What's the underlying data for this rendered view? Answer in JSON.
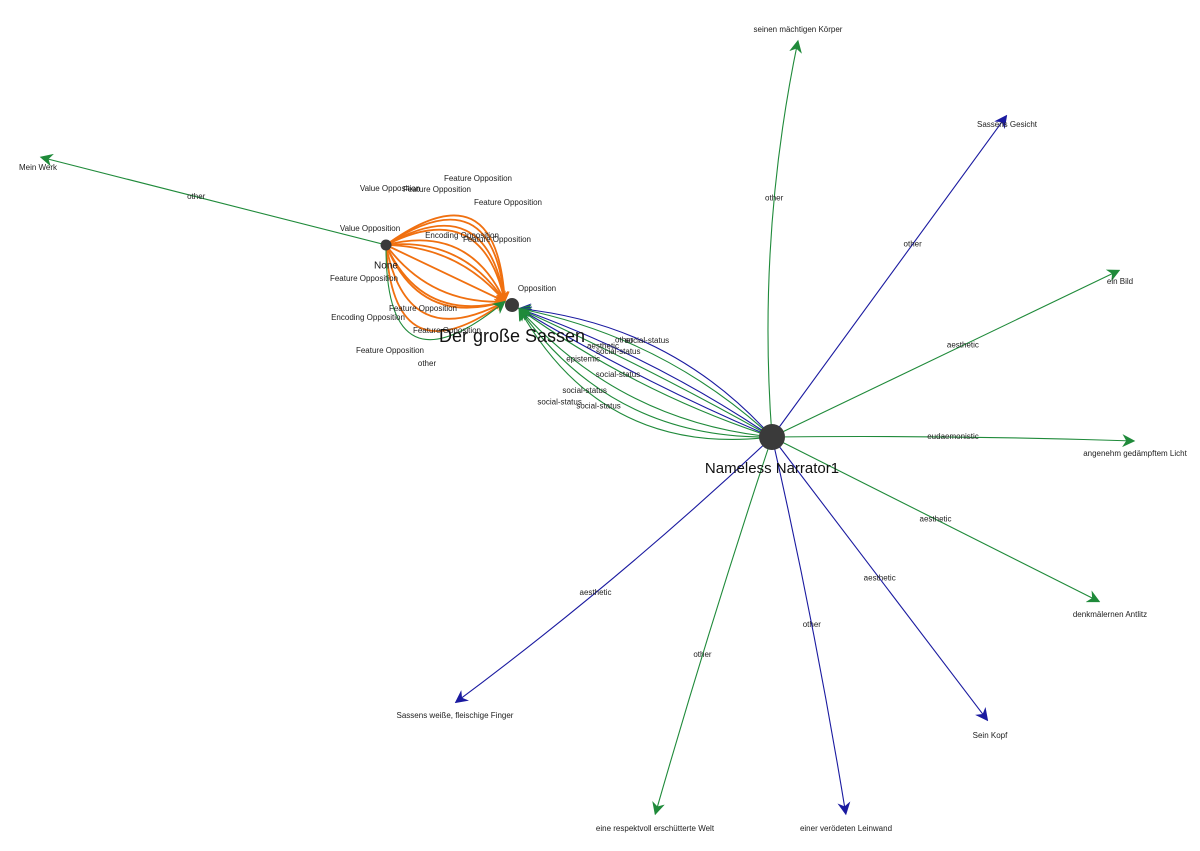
{
  "colors": {
    "background": "#ffffff",
    "node": "#3a3a3a",
    "green": "#1f8a3a",
    "blue": "#1a1aa0",
    "orange": "#f07010"
  },
  "nodes": [
    {
      "id": "narrator",
      "label": "Nameless Narrator1",
      "kind": "hub-large"
    },
    {
      "id": "sassen",
      "label": "Der große Sassen",
      "kind": "hub-medium"
    },
    {
      "id": "none",
      "label": "None",
      "kind": "hub-small"
    },
    {
      "id": "mein_werk",
      "label": "Mein Werk",
      "kind": "leaf"
    },
    {
      "id": "koerper",
      "label": "seinen mächtigen Körper",
      "kind": "leaf"
    },
    {
      "id": "gesicht",
      "label": "Sassens Gesicht",
      "kind": "leaf"
    },
    {
      "id": "bild",
      "label": "ein Bild",
      "kind": "leaf"
    },
    {
      "id": "licht",
      "label": "angenehm gedämpftem Licht",
      "kind": "leaf"
    },
    {
      "id": "antlitz",
      "label": "denkmälernen Antlitz",
      "kind": "leaf"
    },
    {
      "id": "kopf",
      "label": "Sein Kopf",
      "kind": "leaf"
    },
    {
      "id": "leinwand",
      "label": "einer verödeten Leinwand",
      "kind": "leaf"
    },
    {
      "id": "welt",
      "label": "eine respektvoll erschütterte Welt",
      "kind": "leaf"
    },
    {
      "id": "finger",
      "label": "Sassens weiße, fleischige Finger",
      "kind": "leaf"
    }
  ],
  "edges": [
    {
      "from": "none",
      "to": "mein_werk",
      "label": "other",
      "color": "green"
    },
    {
      "from": "narrator",
      "to": "koerper",
      "label": "other",
      "color": "green"
    },
    {
      "from": "narrator",
      "to": "gesicht",
      "label": "other",
      "color": "blue"
    },
    {
      "from": "narrator",
      "to": "bild",
      "label": "aesthetic",
      "color": "green"
    },
    {
      "from": "narrator",
      "to": "licht",
      "label": "eudaemonistic",
      "color": "green"
    },
    {
      "from": "narrator",
      "to": "antlitz",
      "label": "aesthetic",
      "color": "green"
    },
    {
      "from": "narrator",
      "to": "kopf",
      "label": "aesthetic",
      "color": "blue"
    },
    {
      "from": "narrator",
      "to": "leinwand",
      "label": "other",
      "color": "blue"
    },
    {
      "from": "narrator",
      "to": "welt",
      "label": "other",
      "color": "green"
    },
    {
      "from": "narrator",
      "to": "finger",
      "label": "aesthetic",
      "color": "blue"
    },
    {
      "from": "narrator",
      "to": "sassen",
      "label": "social-status",
      "color": "blue"
    },
    {
      "from": "narrator",
      "to": "sassen",
      "label": "other",
      "color": "green"
    },
    {
      "from": "narrator",
      "to": "sassen",
      "label": "aesthetic",
      "color": "blue"
    },
    {
      "from": "narrator",
      "to": "sassen",
      "label": "social-status",
      "color": "green"
    },
    {
      "from": "narrator",
      "to": "sassen",
      "label": "epistemic",
      "color": "blue"
    },
    {
      "from": "narrator",
      "to": "sassen",
      "label": "social-status",
      "color": "green"
    },
    {
      "from": "narrator",
      "to": "sassen",
      "label": "social-status",
      "color": "green"
    },
    {
      "from": "narrator",
      "to": "sassen",
      "label": "social-status",
      "color": "green"
    },
    {
      "from": "narrator",
      "to": "sassen",
      "label": "social-status",
      "color": "green"
    },
    {
      "from": "none",
      "to": "sassen",
      "label": "Feature Opposition",
      "color": "orange"
    },
    {
      "from": "none",
      "to": "sassen",
      "label": "Value Opposition",
      "color": "orange"
    },
    {
      "from": "none",
      "to": "sassen",
      "label": "Feature Opposition",
      "color": "orange"
    },
    {
      "from": "none",
      "to": "sassen",
      "label": "Feature Opposition",
      "color": "orange"
    },
    {
      "from": "none",
      "to": "sassen",
      "label": "Value Opposition",
      "color": "orange"
    },
    {
      "from": "none",
      "to": "sassen",
      "label": "Encoding Opposition",
      "color": "orange"
    },
    {
      "from": "none",
      "to": "sassen",
      "label": "Feature Opposition",
      "color": "orange"
    },
    {
      "from": "none",
      "to": "sassen",
      "label": "Opposition",
      "color": "orange"
    },
    {
      "from": "none",
      "to": "sassen",
      "label": "Feature Opposition",
      "color": "orange"
    },
    {
      "from": "none",
      "to": "sassen",
      "label": "Feature Opposition",
      "color": "orange"
    },
    {
      "from": "none",
      "to": "sassen",
      "label": "Encoding Opposition",
      "color": "orange"
    },
    {
      "from": "none",
      "to": "sassen",
      "label": "Feature Opposition",
      "color": "orange"
    },
    {
      "from": "none",
      "to": "sassen",
      "label": "Feature Opposition",
      "color": "orange"
    },
    {
      "from": "none",
      "to": "sassen",
      "label": "other",
      "color": "green"
    }
  ]
}
